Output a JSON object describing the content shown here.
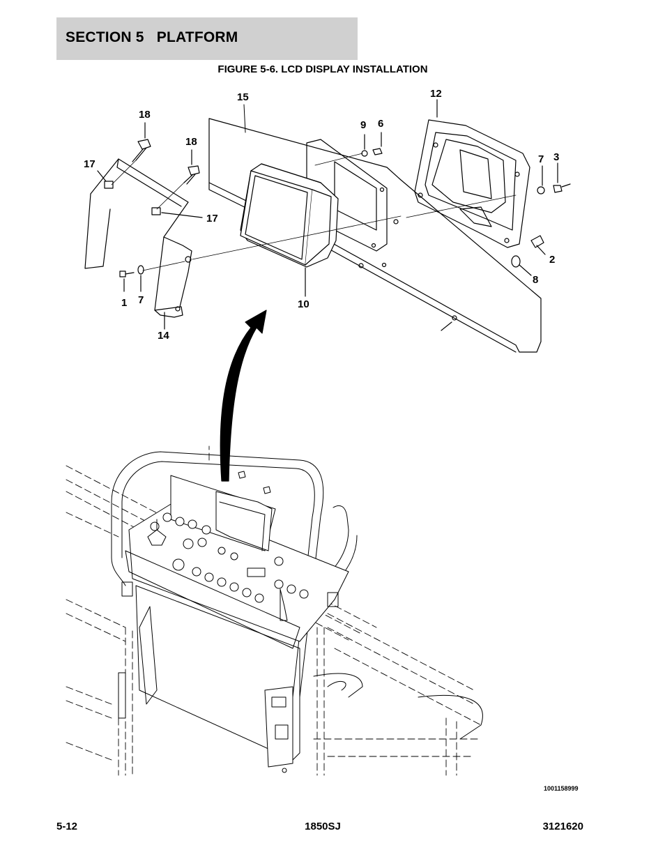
{
  "header": {
    "section_title": "SECTION 5   PLATFORM",
    "figure_title": "FIGURE 5-6. LCD DISPLAY INSTALLATION"
  },
  "callouts": {
    "c1": "1",
    "c2": "2",
    "c3": "3",
    "c6": "6",
    "c7a": "7",
    "c7b": "7",
    "c8": "8",
    "c9": "9",
    "c10": "10",
    "c12": "12",
    "c14": "14",
    "c15": "15",
    "c17a": "17",
    "c17b": "17",
    "c18a": "18",
    "c18b": "18"
  },
  "drawing_number": "1001158999",
  "footer": {
    "page_number": "5-12",
    "model": "1850SJ",
    "manual_number": "3121620"
  }
}
